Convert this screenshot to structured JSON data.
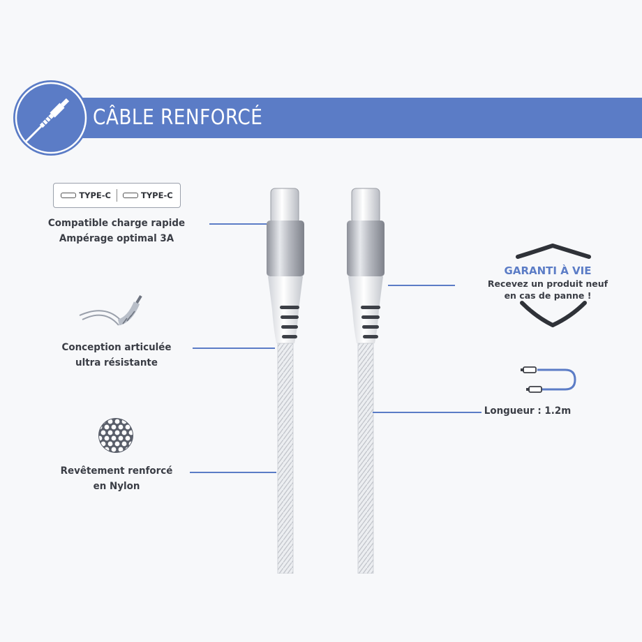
{
  "banner": {
    "title": "CÂBLE RENFORCÉ",
    "accent_color": "#5b7cc6"
  },
  "connector_badge": {
    "left_label": "TYPE-C",
    "right_label": "TYPE-C"
  },
  "features_left": [
    {
      "icon": "usb-c-connector-icon",
      "line1": "Compatible charge rapide",
      "line2": "Ampérage optimal 3A"
    },
    {
      "icon": "bent-cable-icon",
      "line1": "Conception articulée",
      "line2": "ultra résistante"
    },
    {
      "icon": "nylon-mesh-icon",
      "line1": "Revêtement renforcé",
      "line2": "en Nylon"
    }
  ],
  "features_right": {
    "warranty": {
      "icon": "shield-icon",
      "title": "GARANTI À VIE",
      "line1": "Recevez un produit neuf",
      "line2": "en cas de panne !"
    },
    "length": {
      "icon": "cable-length-icon",
      "text": "Longueur : 1.2m"
    }
  }
}
